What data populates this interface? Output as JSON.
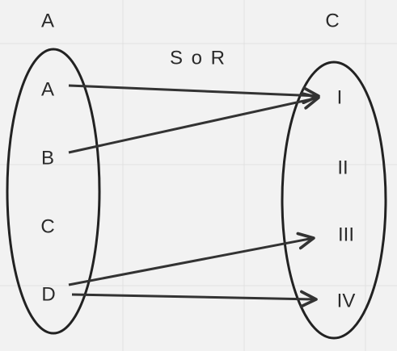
{
  "diagram": {
    "colors": {
      "background": "#f2f2f2",
      "grid": "#e1e1e1",
      "ink": "#222222"
    },
    "title": "S o R",
    "domain_set": {
      "label": "A",
      "elements": [
        "A",
        "B",
        "C",
        "D"
      ]
    },
    "codomain_set": {
      "label": "C",
      "elements": [
        "I",
        "II",
        "III",
        "IV"
      ]
    },
    "mappings": [
      {
        "from": "A",
        "to": "I"
      },
      {
        "from": "B",
        "to": "I"
      },
      {
        "from": "D",
        "to": "III"
      },
      {
        "from": "D",
        "to": "IV"
      }
    ]
  }
}
